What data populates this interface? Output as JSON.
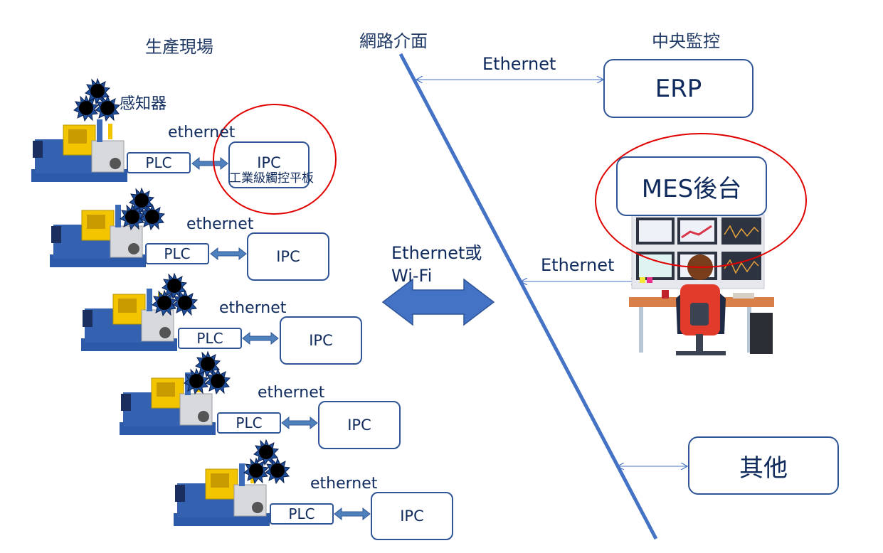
{
  "headers": {
    "production_floor": "生產現場",
    "network_interface": "網路介面",
    "central_monitoring": "中央監控"
  },
  "sensor_label": "感知器",
  "touch_panel_label": "工業級觸控平板",
  "machines": [
    {
      "plc": "PLC",
      "link": "ethernet",
      "ipc": "IPC"
    },
    {
      "plc": "PLC",
      "link": "ethernet",
      "ipc": "IPC"
    },
    {
      "plc": "PLC",
      "link": "ethernet",
      "ipc": "IPC"
    },
    {
      "plc": "PLC",
      "link": "ethernet",
      "ipc": "IPC"
    },
    {
      "plc": "PLC",
      "link": "ethernet",
      "ipc": "IPC"
    }
  ],
  "network": {
    "wireless_label_line1": "Ethernet或",
    "wireless_label_line2": "Wi-Fi"
  },
  "central": {
    "erp": {
      "label": "ERP",
      "link": "Ethernet"
    },
    "mes": {
      "label": "MES後台",
      "link": "Ethernet"
    },
    "other": {
      "label": "其他"
    }
  },
  "colors": {
    "line_blue": "#4472c4",
    "box_border": "#2f5597",
    "highlight_red": "#e00000",
    "text_navy": "#0f2a5c"
  }
}
